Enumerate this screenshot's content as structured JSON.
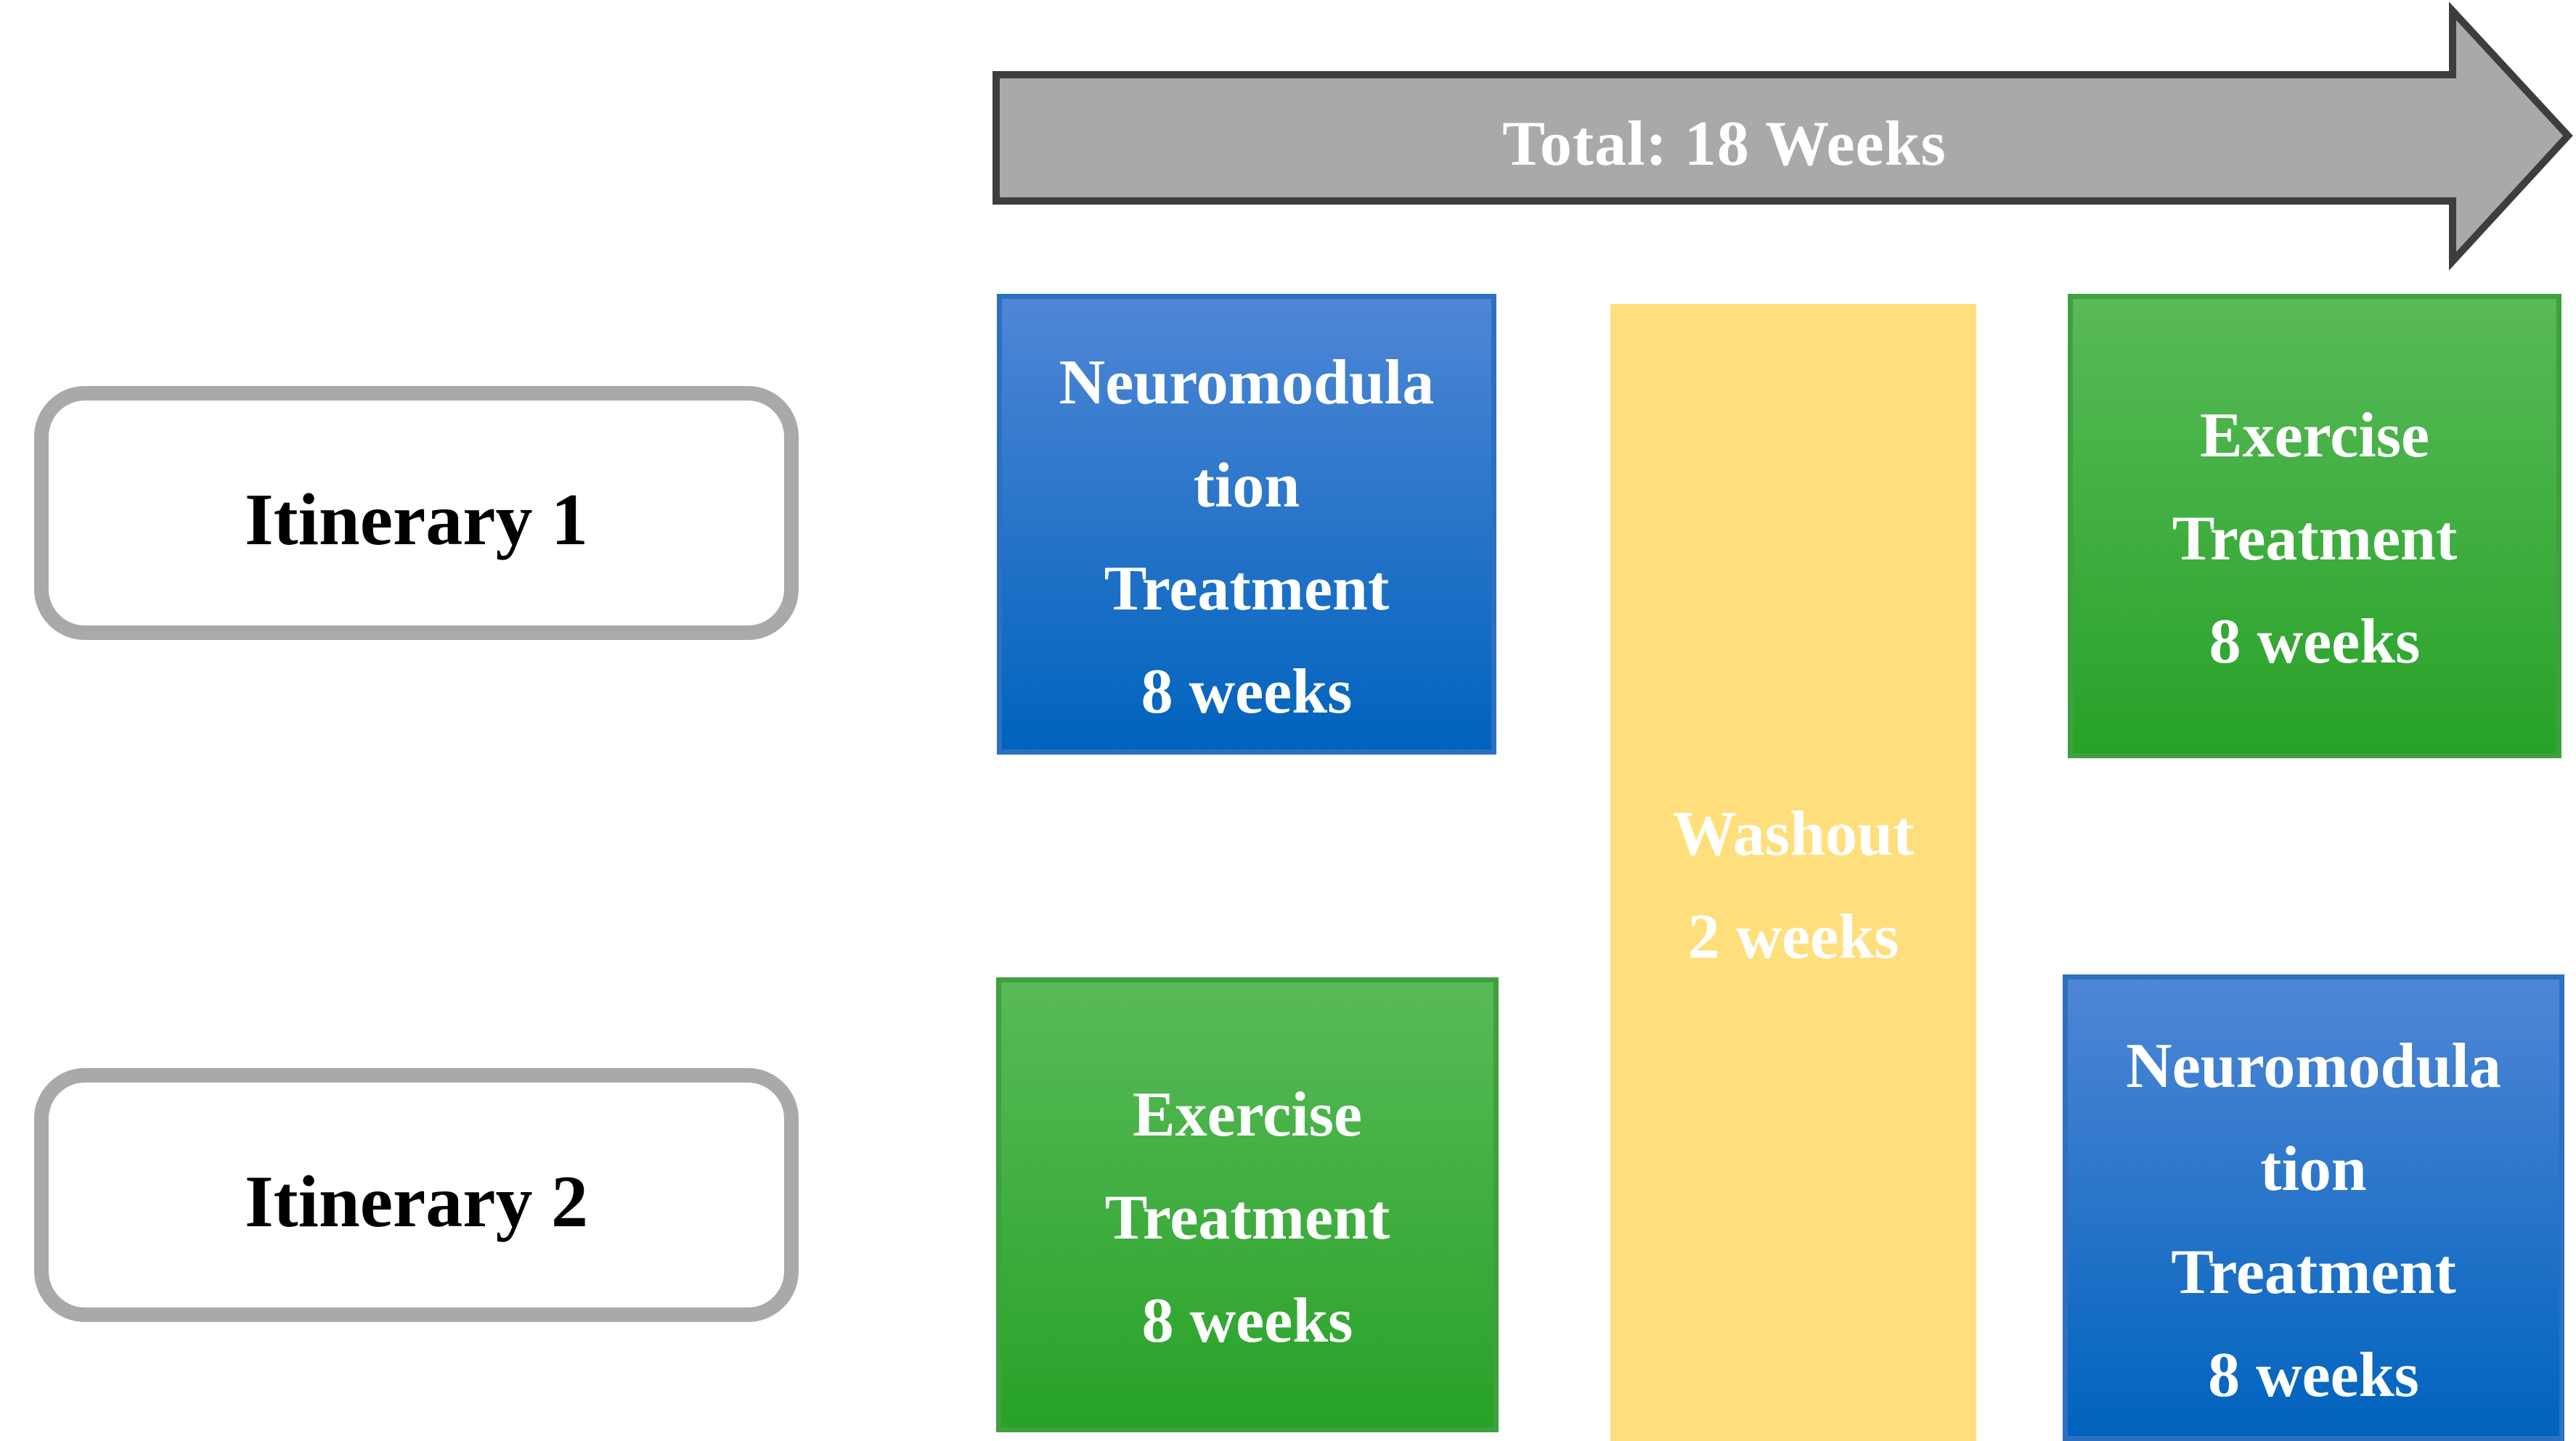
{
  "figure": {
    "arrow": {
      "label": "Total: 18 Weeks"
    },
    "itineraries": [
      {
        "label": "Itinerary 1"
      },
      {
        "label": "Itinerary 2"
      }
    ],
    "boxes": [
      {
        "id": "neuromodulation-treatment-itinerary-1",
        "lines": [
          "Neuromodula",
          "tion",
          "Treatment",
          "8 weeks"
        ]
      },
      {
        "id": "washout",
        "lines": [
          "Washout",
          "2 weeks"
        ]
      },
      {
        "id": "exercise-treatment-itinerary-1",
        "lines": [
          "Exercise",
          "Treatment",
          "8 weeks"
        ]
      },
      {
        "id": "exercise-treatment-itinerary-2",
        "lines": [
          "Exercise",
          "Treatment",
          "8 weeks"
        ]
      },
      {
        "id": "neuromodulation-treatment-itinerary-2",
        "lines": [
          "Neuromodula",
          "tion",
          "Treatment",
          "8 weeks"
        ]
      }
    ],
    "colors": {
      "arrow_fill": "#a9a9a9",
      "arrow_border": "#3d3d3d",
      "itinerary_border": "#a9a9a9",
      "blue_top": "#4f86d5",
      "blue_bottom": "#0063bd",
      "blue_border": "#2d6fc0",
      "green_top": "#58ba58",
      "green_bottom": "#28a228",
      "green_border": "#3fa03f",
      "washout_fill": "#ffdf7c",
      "text_on_color": "#ffffff",
      "label_text": "#000000"
    }
  }
}
